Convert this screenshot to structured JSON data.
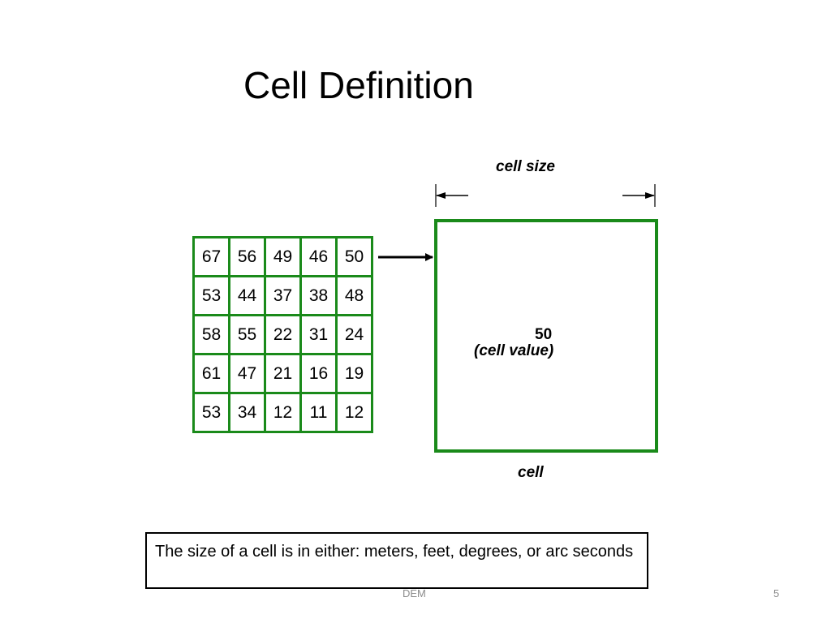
{
  "slide": {
    "title": "Cell Definition",
    "grid_rows": [
      [
        "67",
        "56",
        "49",
        "46",
        "50"
      ],
      [
        "53",
        "44",
        "37",
        "38",
        "48"
      ],
      [
        "58",
        "55",
        "22",
        "31",
        "24"
      ],
      [
        "61",
        "47",
        "21",
        "16",
        "19"
      ],
      [
        "53",
        "34",
        "12",
        "11",
        "12"
      ]
    ],
    "cell_size_label": "cell size",
    "cell_value": "50",
    "cell_value_label": "(cell value)",
    "cell_label": "cell",
    "note": "The size of a cell is in either: meters, feet, degrees, or arc seconds",
    "footer_center": "DEM",
    "page_number": "5"
  },
  "colors": {
    "grid_green": "#1a8a1a",
    "footer_gray": "#8c8c8c"
  }
}
